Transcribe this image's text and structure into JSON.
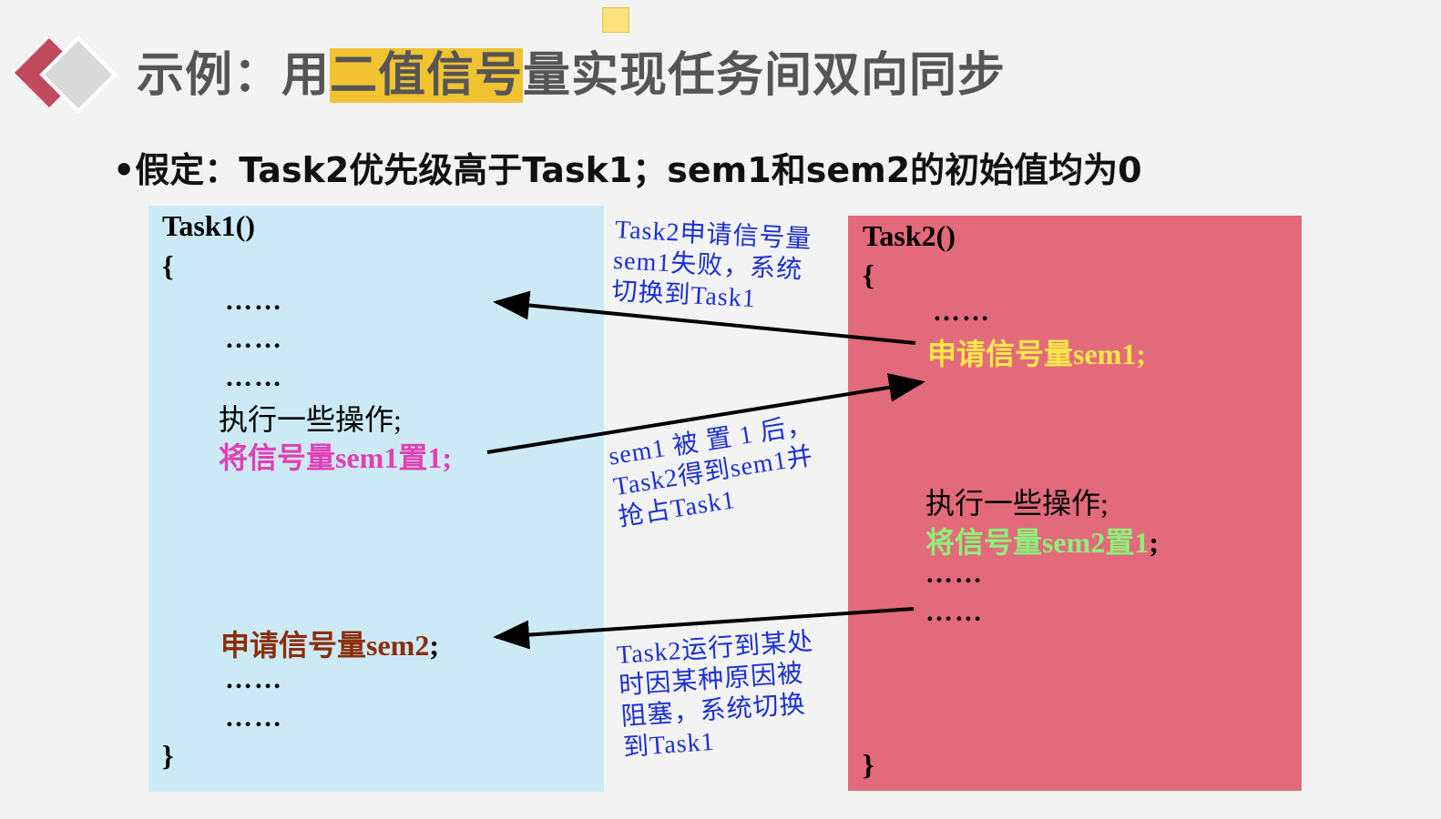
{
  "title": {
    "prefix": "示例：用",
    "highlight": "二值信号",
    "suffix": "量实现任务间双向同步"
  },
  "bullet": "•假定：Task2优先级高于Task1；sem1和sem2的初始值均为0",
  "task1": {
    "header": "Task1()",
    "open_brace": "{",
    "dots": [
      "……",
      "……",
      "……",
      "……",
      "……"
    ],
    "do_work": "执行一些操作;",
    "set_sem1": "将信号量sem1置1;",
    "request_sem2_main": "申请信号量sem2",
    "request_sem2_semicolon": ";",
    "close_brace": "}"
  },
  "task2": {
    "header": "Task2()",
    "open_brace": "{",
    "dots": [
      "……",
      "……",
      "……"
    ],
    "request_sem1": "申请信号量sem1;",
    "do_work": "执行一些操作;",
    "set_sem2_main": "将信号量sem2置1",
    "set_sem2_semicolon": ";",
    "close_brace": "}"
  },
  "annotations": {
    "a1": "Task2申请信号量\nsem1失败，系统\n切换到Task1",
    "a2": "sem1 被 置 1 后，\nTask2得到sem1并\n抢占Task1",
    "a3": "Task2运行到某处\n时因某种原因被\n阻塞，系统切换\n到Task1"
  },
  "colors": {
    "highlight": "#f1c232",
    "task1_panel": "#cceaf6",
    "task2_panel": "#e26a7b",
    "annotation": "#1a30d6",
    "sem1_set": "#e23fb4",
    "sem1_request": "#ffe84a",
    "sem2_request": "#8b2d0a",
    "sem2_set": "#8ef07a"
  }
}
